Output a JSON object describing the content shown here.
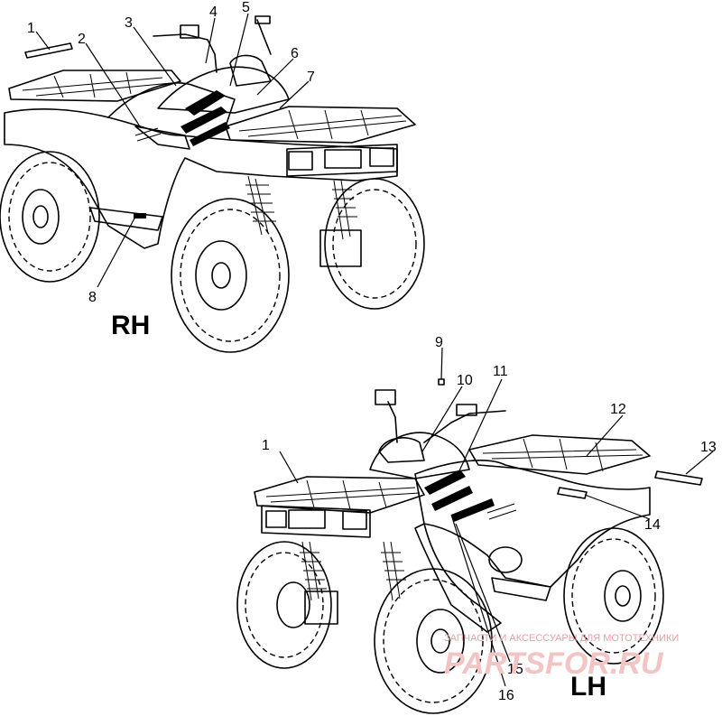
{
  "views": {
    "rh": {
      "label": "RH"
    },
    "lh": {
      "label": "LH"
    }
  },
  "callouts": {
    "rh": [
      "1",
      "2",
      "3",
      "4",
      "5",
      "6",
      "7",
      "8"
    ],
    "lh": [
      "9",
      "10",
      "11",
      "1",
      "12",
      "13",
      "14",
      "15",
      "16"
    ]
  },
  "watermark": {
    "text": "ЗАПЧАСТИ И АКСЕССУАРЫ ДЛЯ МОТОТЕХНИКИ",
    "brand": "PARTSFOR.RU"
  },
  "colors": {
    "line": "#000000",
    "background": "#ffffff",
    "watermark": "#e8a0a0"
  }
}
